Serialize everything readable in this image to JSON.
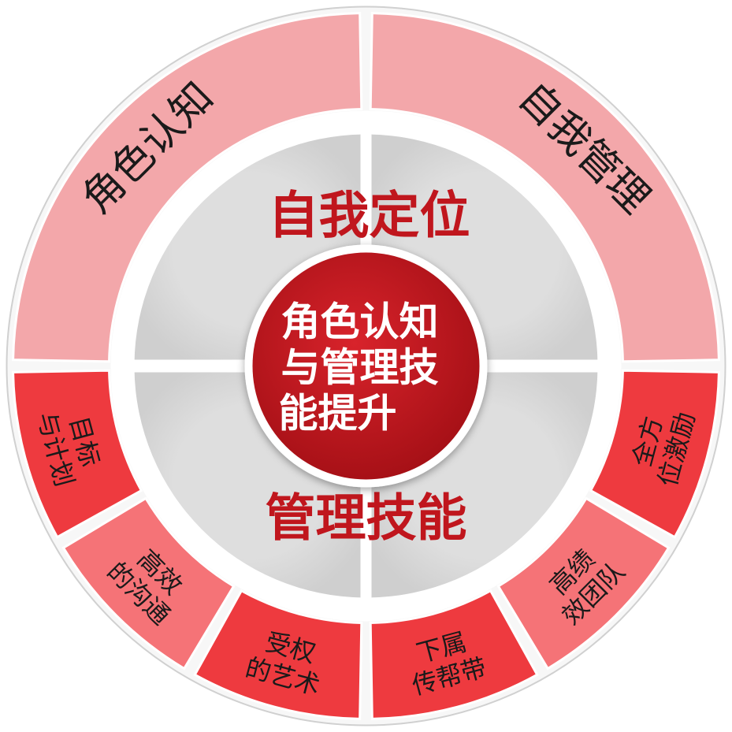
{
  "center": {
    "lines": [
      "角色认知",
      "与管理技",
      "能提升"
    ]
  },
  "quadrants": {
    "top_label": "自我定位",
    "bottom_label": "管理技能"
  },
  "upper_segments": [
    {
      "label": "角色认知"
    },
    {
      "label": "自我管理"
    }
  ],
  "lower_segments": [
    {
      "lines": [
        "目标",
        "与计划"
      ]
    },
    {
      "lines": [
        "高效",
        "的沟通"
      ]
    },
    {
      "lines": [
        "受权",
        "的艺术"
      ]
    },
    {
      "lines": [
        "下属",
        "传帮带"
      ]
    },
    {
      "lines": [
        "高绩",
        "效团队"
      ]
    },
    {
      "lines": [
        "全方",
        "位激励"
      ]
    }
  ],
  "colors": {
    "upper_segment": "#f3a7aa",
    "lower_segment_dark": "#ee3a3f",
    "lower_segment_light": "#f57377",
    "quadrant": "#d9d9d9",
    "center": "#c0161d",
    "accent_text": "#c0161d"
  }
}
